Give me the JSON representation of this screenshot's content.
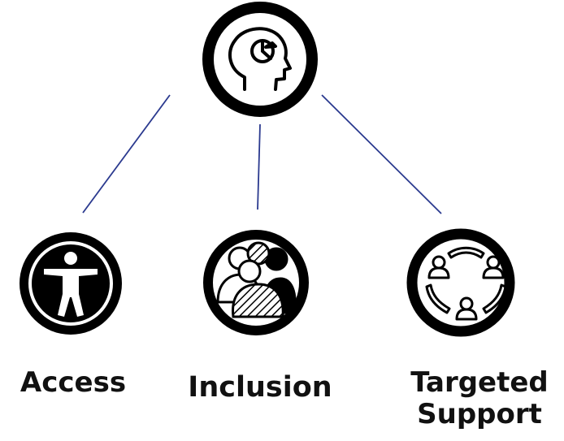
{
  "colors": {
    "connector": "#2b3a8f",
    "ring": "#000000",
    "background": "#ffffff"
  },
  "nodes": {
    "root": {
      "icon": "head-with-pie-chart-icon"
    },
    "access": {
      "icon": "accessibility-person-icon",
      "label": "Access"
    },
    "inclusion": {
      "icon": "diverse-group-icon",
      "label": "Inclusion"
    },
    "targeted_support": {
      "icon": "connected-people-cycle-icon",
      "label_line1": "Targeted",
      "label_line2": "Support"
    }
  }
}
